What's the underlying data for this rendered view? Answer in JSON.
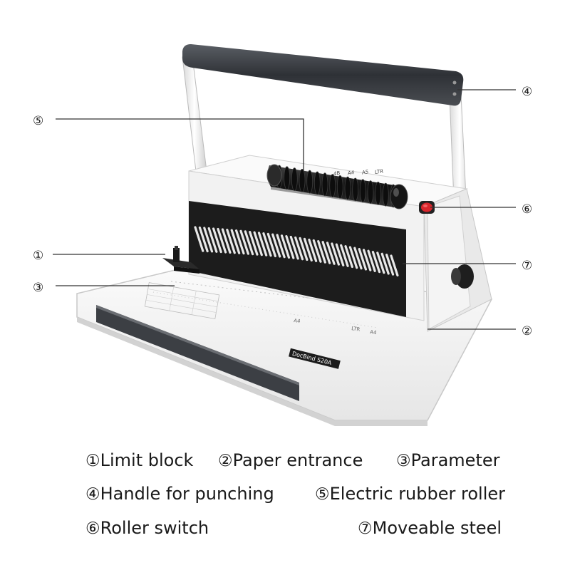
{
  "callouts": [
    {
      "id": "1",
      "glyph": "①"
    },
    {
      "id": "2",
      "glyph": "②"
    },
    {
      "id": "3",
      "glyph": "③"
    },
    {
      "id": "4",
      "glyph": "④"
    },
    {
      "id": "5",
      "glyph": "⑤"
    },
    {
      "id": "6",
      "glyph": "⑥"
    },
    {
      "id": "7",
      "glyph": "⑦"
    }
  ],
  "legend": [
    {
      "num": "①",
      "label": "Limit block"
    },
    {
      "num": "②",
      "label": "Paper entrance"
    },
    {
      "num": "③",
      "label": "Parameter"
    },
    {
      "num": "④",
      "label": "Handle for punching"
    },
    {
      "num": "⑤",
      "label": "Electric rubber roller"
    },
    {
      "num": "⑥",
      "label": "Roller switch"
    },
    {
      "num": "⑦",
      "label": "Moveable steel"
    }
  ],
  "machine": {
    "size_labels": [
      "4B",
      "A4",
      "A5",
      "LTR"
    ],
    "tray_labels": [
      "A4",
      "LTR",
      "A4"
    ],
    "brand_label": "DocBind S20A"
  },
  "colors": {
    "body": "#f4f4f4",
    "dark_panel": "#1c1c1c",
    "handle": "#3a3d42",
    "switch": "#d9262c",
    "line": "#333333"
  }
}
